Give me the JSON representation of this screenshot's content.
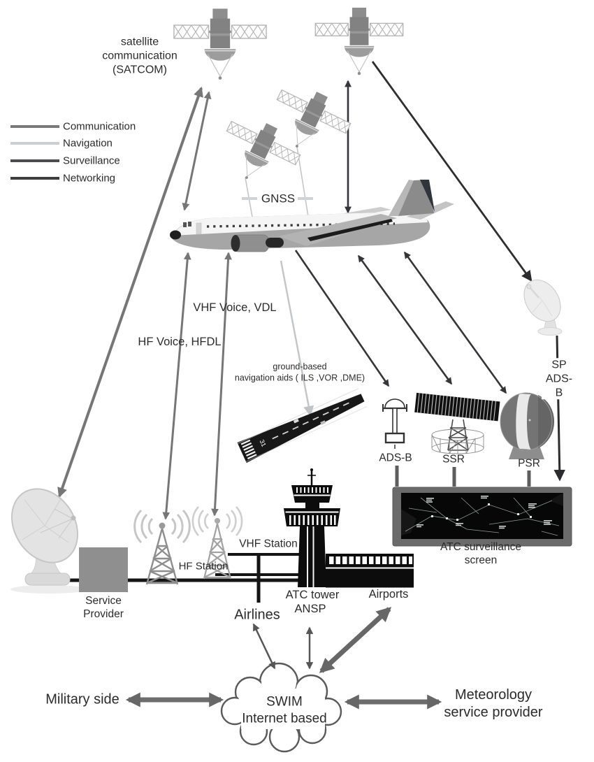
{
  "diagram": {
    "legend": {
      "items": [
        {
          "label": "Communication",
          "color": "#7a7a7a"
        },
        {
          "label": "Navigation",
          "color": "#cbcfd2"
        },
        {
          "label": "Surveillance",
          "color": "#4b4b50"
        },
        {
          "label": "Networking",
          "color": "#3e3e41"
        }
      ]
    },
    "space": {
      "satcom_label": "satellite\ncommunication\n(SATCOM)",
      "gnss_label": "GNSS"
    },
    "datalinks": {
      "vhf": "VHF Voice, VDL",
      "hf": "HF Voice, HFDL",
      "nav_aids": "ground-based\nnavigation aids ( ILS ,VOR ,DME)",
      "sp_adsb": "SP ADS-B"
    },
    "surveillance": {
      "adsb": "ADS-B",
      "ssr": "SSR",
      "psr": "PSR",
      "screen": "ATC surveillance screen"
    },
    "ground": {
      "service_provider": "Service\nProvider",
      "hf_station": "HF Station",
      "vhf_station": "VHF Station",
      "atc_tower": "ATC tower",
      "ansp": "ANSP",
      "airports": "Airports",
      "airlines": "Airlines",
      "runway_number": "31"
    },
    "network": {
      "military": "Military side",
      "swim": "SWIM\nInternet based",
      "meteorology": "Meteorology\nservice provider"
    }
  }
}
